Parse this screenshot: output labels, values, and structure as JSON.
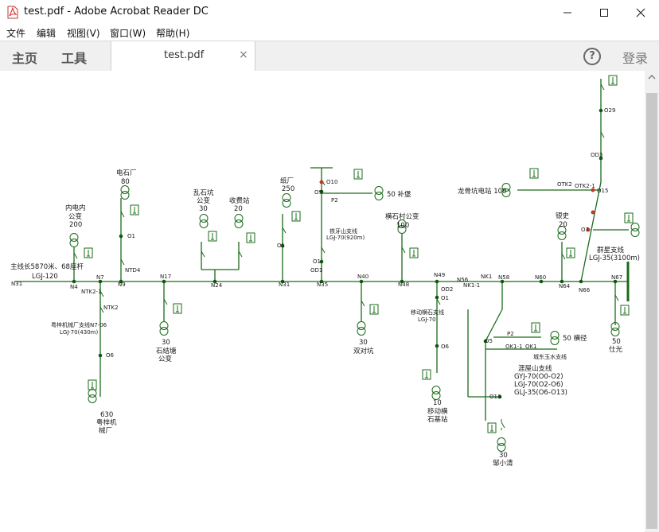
{
  "window": {
    "title": "test.pdf - Adobe Acrobat Reader DC"
  },
  "menu": [
    "文件",
    "编辑",
    "视图(V)",
    "窗口(W)",
    "帮助(H)"
  ],
  "toolbar": {
    "home": "主页",
    "tools": "工具",
    "help": "?",
    "login": "登录"
  },
  "tab": {
    "label": "test.pdf",
    "close": "×"
  },
  "diagram": {
    "main_line_l1": "主线长5870米、68座杆",
    "main_line_l2": "LGJ-120",
    "nodes": {
      "n31": "N31",
      "n4": "N4",
      "n7": "N7",
      "n9": "N9",
      "ntd4": "NTD4",
      "ntk2_1": "NTK2-1",
      "ntk2": "NTK2",
      "n17": "N17",
      "n24": "N24",
      "n35": "N35",
      "n40": "N40",
      "n48": "N48",
      "n49": "N49",
      "n56": "N56",
      "nk1": "NK1",
      "nk1_1": "NK1-1",
      "n58": "N58",
      "n60": "N60",
      "n64": "N64",
      "n66": "N66",
      "n67": "N67",
      "o1": "O1",
      "o6": "O6",
      "o5": "O5",
      "o10": "O10",
      "o9": "O9",
      "od1": "OD1",
      "p2": "P2",
      "od2": "OD2",
      "o1b": "O1",
      "o6b": "O6",
      "o13": "O13",
      "ok1_1": "OK1-1",
      "ok1": "OK1",
      "p2b": "P2",
      "o29": "O29",
      "od3": "OD3",
      "o15": "O15",
      "otk2": "OTK2",
      "otk2_1": "OTK2-1",
      "o7": "O7",
      "o1c": "O1",
      "o1d": "O1"
    },
    "labels": {
      "neidian1": "内电内",
      "neidian2": "公变",
      "neidian3": "200",
      "dianshi1": "电石厂",
      "dianshi2": "80",
      "luanshi1": "乱石坑",
      "luanshi2": "公变",
      "luanshi3": "30",
      "shoufei1": "收费站",
      "shoufei2": "20",
      "zhichang1": "纸厂",
      "zhichang2": "250",
      "tieya1": "铁牙山支线",
      "tieya2": "LGJ-70(920m)",
      "bubao": "50  补堡",
      "hengshi1": "横石村公变",
      "hengshi2": "100",
      "longhu": "龙骨坑电站  100",
      "yinshi1": "银史",
      "yinshi2": "20",
      "qunxing1": "群星支线",
      "qunxing2": "LGJ-35(3100m)",
      "zhang1": "50",
      "zhang2": "仕光",
      "yuezi1": "粤梓机械厂支线N7-06",
      "yuezi2": "LGJ-70(430m)",
      "yuezi3": "630",
      "yuezi4": "粤梓机",
      "yuezi5": "械厂",
      "shijie1": "30",
      "shijie2": "石结塘",
      "shijie3": "公变",
      "shuangdui1": "30",
      "shuangdui2": "双对坑",
      "yidong1": "移动横石支线",
      "yidong2": "LGJ-70",
      "yidong3": "10",
      "yidong4": "移动横",
      "yidong5": "石基站",
      "hengjing": "50  横径",
      "chengdong": "城东玉水支线",
      "yuanwu1": "涯屋山支线",
      "yuanwu2": "GYJ-70(O0-O2)",
      "yuanwu3": "LGJ-70(O2-O6)",
      "yuanwu4": "GLJ-35(O6-O13)",
      "zou1": "30",
      "zou2": "邹小清"
    }
  }
}
